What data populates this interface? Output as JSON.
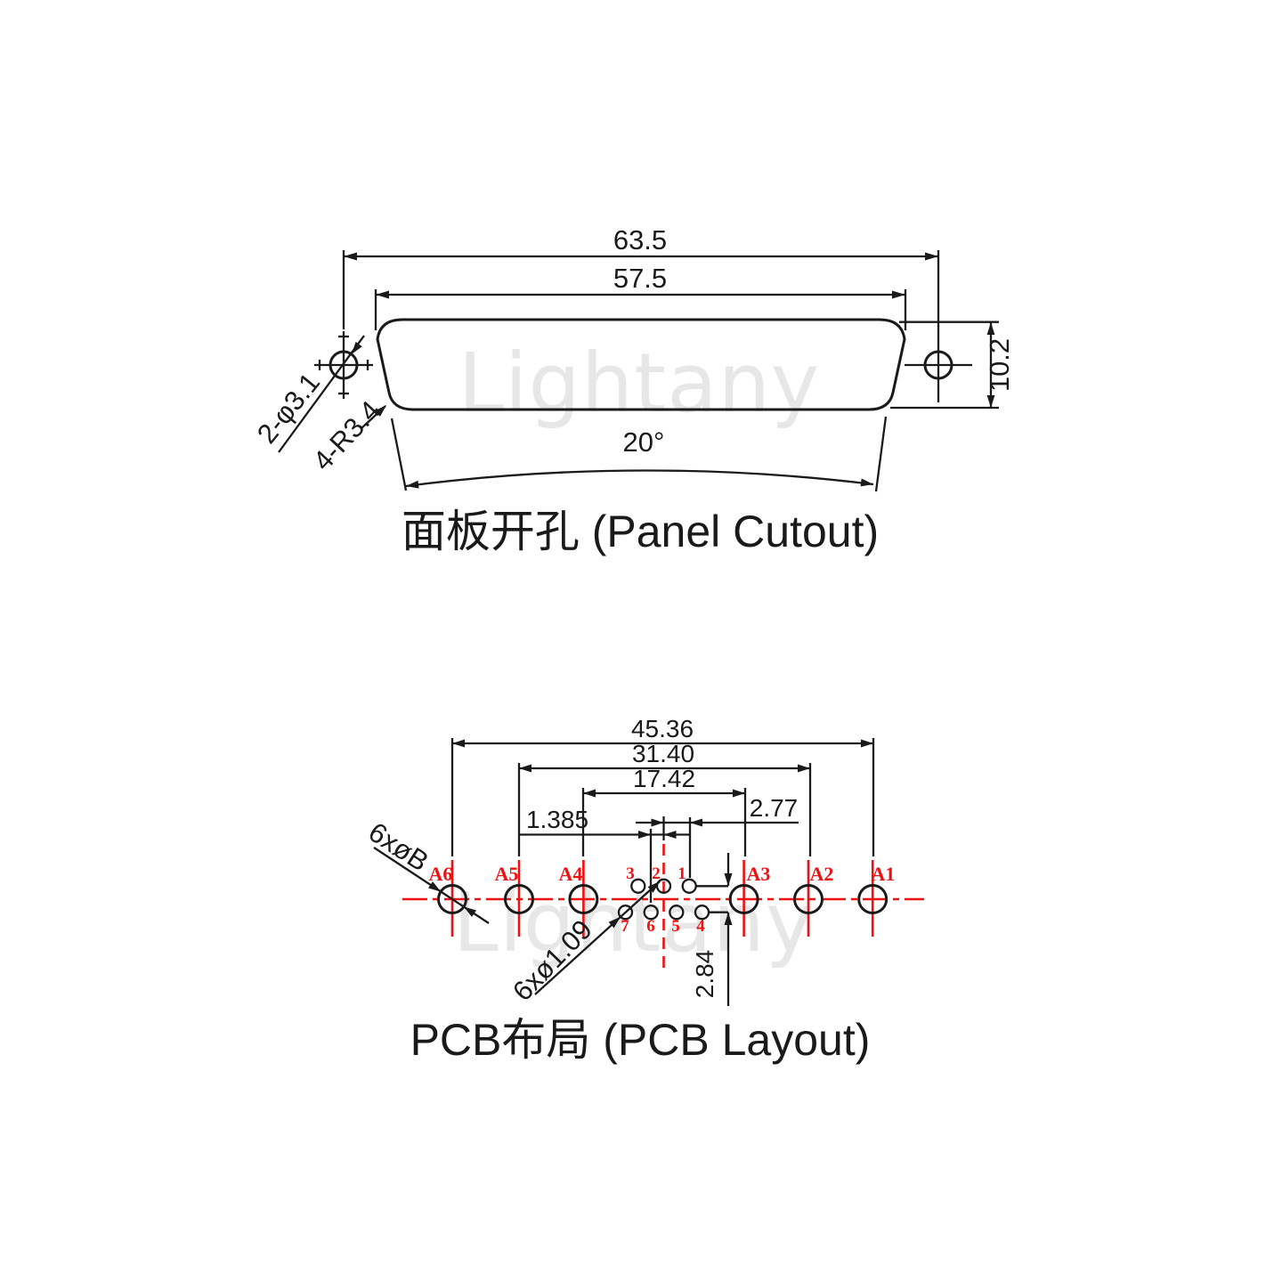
{
  "watermark": "Lightany",
  "colors": {
    "line": "#1a1a1a",
    "accent_red": "#ee1111",
    "watermark_gray": "#e7e7e7"
  },
  "panel_cutout": {
    "title": "面板开孔 (Panel Cutout)",
    "dim_width_outer": "63.5",
    "dim_width_inner": "57.5",
    "dim_height": "10.2",
    "dim_angle": "20°",
    "label_mount_holes": "2-φ3.1",
    "label_corner_radius": "4-R3.4"
  },
  "pcb_layout": {
    "title": "PCB布局 (PCB Layout)",
    "dim_a6_a1": "45.36",
    "dim_a5_a2": "31.40",
    "dim_a4_a3": "17.42",
    "dim_pitch": "2.77",
    "dim_half_pitch": "1.385",
    "dim_row_spacing": "2.84",
    "label_big_holes": "6xøB",
    "label_small_holes": "6xø1.09",
    "big_hole_labels": [
      "A1",
      "A2",
      "A3",
      "A4",
      "A5",
      "A6"
    ],
    "small_pin_labels_top": [
      "3",
      "2",
      "1"
    ],
    "small_pin_labels_bottom": [
      "7",
      "6",
      "5",
      "4"
    ]
  }
}
